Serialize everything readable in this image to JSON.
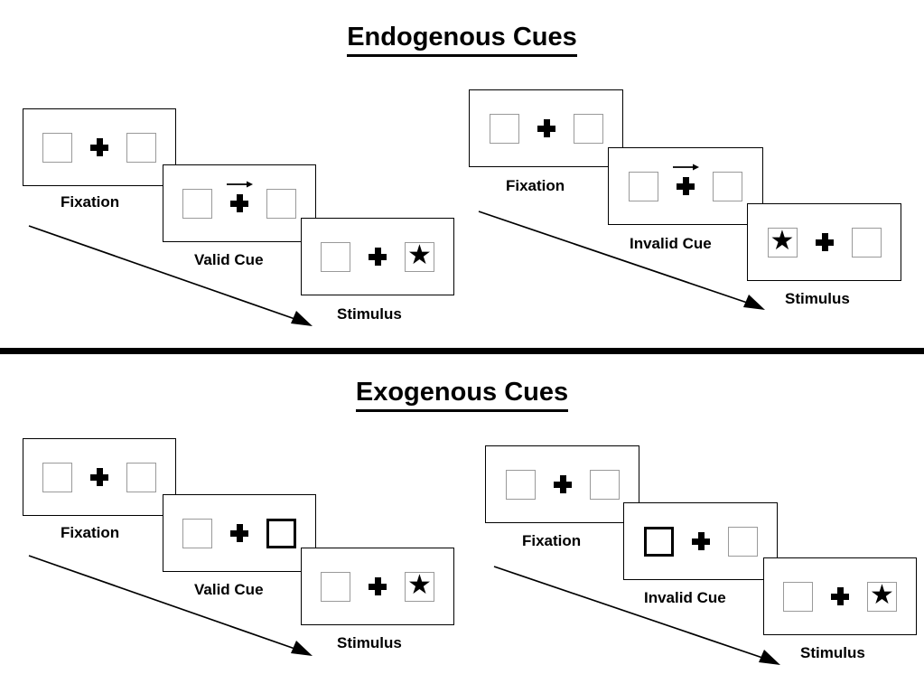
{
  "sections": [
    {
      "id": "endogenous",
      "title": "Endogenous Cues",
      "panels": [
        {
          "id": "endogenous-valid",
          "cue_label": "Valid Cue",
          "frames": [
            {
              "stage": "Fixation",
              "label": "Fixation",
              "left_box": "empty",
              "right_box": "empty",
              "cue": "none",
              "stimulus": "none"
            },
            {
              "stage": "Cue",
              "label": "Valid Cue",
              "left_box": "empty",
              "right_box": "empty",
              "cue": "arrow-right",
              "stimulus": "none"
            },
            {
              "stage": "Stimulus",
              "label": "Stimulus",
              "left_box": "empty",
              "right_box": "star",
              "cue": "none",
              "stimulus": "right"
            }
          ]
        },
        {
          "id": "endogenous-invalid",
          "cue_label": "Invalid Cue",
          "frames": [
            {
              "stage": "Fixation",
              "label": "Fixation",
              "left_box": "empty",
              "right_box": "empty",
              "cue": "none",
              "stimulus": "none"
            },
            {
              "stage": "Cue",
              "label": "Invalid Cue",
              "left_box": "empty",
              "right_box": "empty",
              "cue": "arrow-right",
              "stimulus": "none"
            },
            {
              "stage": "Stimulus",
              "label": "Stimulus",
              "left_box": "star",
              "right_box": "empty",
              "cue": "none",
              "stimulus": "left"
            }
          ]
        }
      ]
    },
    {
      "id": "exogenous",
      "title": "Exogenous Cues",
      "panels": [
        {
          "id": "exogenous-valid",
          "cue_label": "Valid Cue",
          "frames": [
            {
              "stage": "Fixation",
              "label": "Fixation",
              "left_box": "empty",
              "right_box": "empty",
              "cue": "none",
              "stimulus": "none"
            },
            {
              "stage": "Cue",
              "label": "Valid Cue",
              "left_box": "empty",
              "right_box": "highlighted",
              "cue": "peripheral-right",
              "stimulus": "none"
            },
            {
              "stage": "Stimulus",
              "label": "Stimulus",
              "left_box": "empty",
              "right_box": "star",
              "cue": "none",
              "stimulus": "right"
            }
          ]
        },
        {
          "id": "exogenous-invalid",
          "cue_label": "Invalid Cue",
          "frames": [
            {
              "stage": "Fixation",
              "label": "Fixation",
              "left_box": "empty",
              "right_box": "empty",
              "cue": "none",
              "stimulus": "none"
            },
            {
              "stage": "Cue",
              "label": "Invalid Cue",
              "left_box": "highlighted",
              "right_box": "empty",
              "cue": "peripheral-left",
              "stimulus": "none"
            },
            {
              "stage": "Stimulus",
              "label": "Stimulus",
              "left_box": "empty",
              "right_box": "star",
              "cue": "none",
              "stimulus": "right"
            }
          ]
        }
      ]
    }
  ],
  "glyphs": {
    "star": "★",
    "arrow_right_icon": "arrow-right-icon",
    "fixation_cross_icon": "plus-cross-icon",
    "flow_arrow_icon": "diagonal-arrow-icon"
  },
  "colors": {
    "ink": "#000000",
    "box_border": "#9a9a9a",
    "cued_box_border": "#000000",
    "frame_border": "#000000",
    "background": "#ffffff"
  },
  "divider": {
    "name": "section-divider"
  }
}
